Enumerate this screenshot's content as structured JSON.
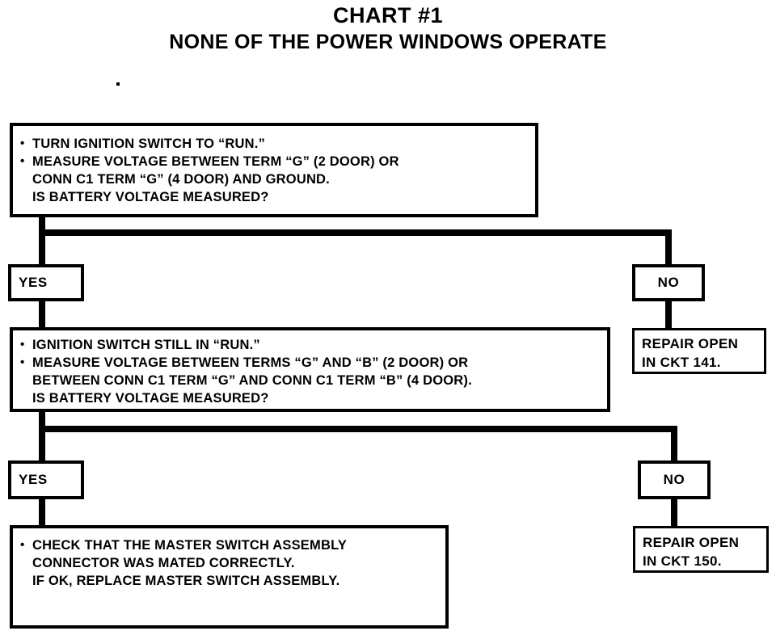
{
  "chart": {
    "title": "CHART #1",
    "subtitle": "NONE OF THE POWER WINDOWS OPERATE"
  },
  "labels": {
    "yes": "YES",
    "no": "NO"
  },
  "nodes": {
    "step1": {
      "lines": [
        "TURN IGNITION SWITCH TO “RUN.”",
        "MEASURE VOLTAGE BETWEEN TERM “G” (2 DOOR) OR",
        "CONN C1 TERM “G” (4 DOOR) AND GROUND.",
        "IS BATTERY VOLTAGE MEASURED?"
      ]
    },
    "step2": {
      "lines": [
        "IGNITION SWITCH STILL IN “RUN.”",
        "MEASURE VOLTAGE BETWEEN TERMS “G” AND “B” (2 DOOR) OR",
        "BETWEEN CONN C1 TERM “G” AND CONN C1 TERM “B” (4 DOOR).",
        "IS BATTERY VOLTAGE MEASURED?"
      ]
    },
    "step3": {
      "lines": [
        "CHECK THAT THE MASTER SWITCH ASSEMBLY",
        "CONNECTOR WAS MATED CORRECTLY.",
        "IF OK, REPLACE MASTER SWITCH ASSEMBLY."
      ]
    },
    "repair1": {
      "line1": "REPAIR OPEN",
      "line2": "IN CKT 141."
    },
    "repair2": {
      "line1": "REPAIR OPEN",
      "line2": "IN CKT 150."
    }
  },
  "chart_data": {
    "type": "diagram",
    "title": "CHART #1 — NONE OF THE POWER WINDOWS OPERATE",
    "orientation": "top-down flowchart",
    "nodes": [
      {
        "id": "step1",
        "kind": "test",
        "text": "TURN IGNITION SWITCH TO “RUN.” / MEASURE VOLTAGE BETWEEN TERM “G” (2 DOOR) OR CONN C1 TERM “G” (4 DOOR) AND GROUND. IS BATTERY VOLTAGE MEASURED?"
      },
      {
        "id": "yes1",
        "kind": "branch",
        "text": "YES"
      },
      {
        "id": "no1",
        "kind": "branch",
        "text": "NO"
      },
      {
        "id": "repair1",
        "kind": "terminal",
        "text": "REPAIR OPEN IN CKT 141."
      },
      {
        "id": "step2",
        "kind": "test",
        "text": "IGNITION SWITCH STILL IN “RUN.” / MEASURE VOLTAGE BETWEEN TERMS “G” AND “B” (2 DOOR) OR BETWEEN CONN C1 TERM “G” AND CONN C1 TERM “B” (4 DOOR). IS BATTERY VOLTAGE MEASURED?"
      },
      {
        "id": "yes2",
        "kind": "branch",
        "text": "YES"
      },
      {
        "id": "no2",
        "kind": "branch",
        "text": "NO"
      },
      {
        "id": "repair2",
        "kind": "terminal",
        "text": "REPAIR OPEN IN CKT 150."
      },
      {
        "id": "step3",
        "kind": "action",
        "text": "CHECK THAT THE MASTER SWITCH ASSEMBLY CONNECTOR WAS MATED CORRECTLY. IF OK, REPLACE MASTER SWITCH ASSEMBLY."
      }
    ],
    "edges": [
      {
        "from": "step1",
        "to": "yes1"
      },
      {
        "from": "step1",
        "to": "no1"
      },
      {
        "from": "no1",
        "to": "repair1"
      },
      {
        "from": "yes1",
        "to": "step2"
      },
      {
        "from": "step2",
        "to": "yes2"
      },
      {
        "from": "step2",
        "to": "no2"
      },
      {
        "from": "no2",
        "to": "repair2"
      },
      {
        "from": "yes2",
        "to": "step3"
      }
    ]
  }
}
